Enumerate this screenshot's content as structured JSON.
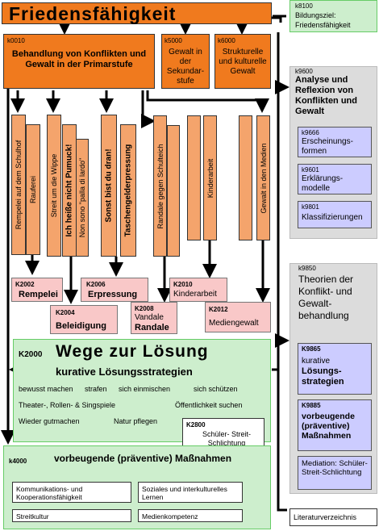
{
  "title": "Friedensfähigkeit",
  "bildungsziel": {
    "code": "k8100",
    "label": "Bildungsziel:",
    "text": "Friedensfähigkeit"
  },
  "top_boxes": [
    {
      "code": "k0010",
      "text": "Behandlung von Konflikten und Gewalt in der Primarstufe"
    },
    {
      "code": "k5000",
      "text": "Gewalt in der Sekundar-stufe"
    },
    {
      "code": "k6000",
      "text": "Strukturelle und kulturelle Gewalt"
    }
  ],
  "vertical_boxes": {
    "v1": "Rempelei auf dem Schulhof",
    "v2": "Rauferei",
    "v3": "Streit um die Wippe",
    "v4": "Ich heiße nicht Pumuck!",
    "v5": "Non sono \"palla di lardo\"",
    "v6": "Sonst bist du dran!",
    "v7": "Taschengelderpressung",
    "v8": "Randale gegen Schulteich",
    "v9": "",
    "v10": "Kinderarbeit",
    "v11": "Gewalt in den Medien"
  },
  "pink_boxes": [
    {
      "code": "K2002",
      "text": "Rempelei"
    },
    {
      "code": "K2004",
      "text": "Beleidigung"
    },
    {
      "code": "K2006",
      "text": "Erpressung"
    },
    {
      "code": "K2008",
      "text1": "Vandale",
      "text2": "Randale"
    },
    {
      "code": "K2010",
      "text": "Kinderarbeit"
    },
    {
      "code": "K2012",
      "text": "Mediengewalt"
    }
  ],
  "loesung": {
    "code": "K2000",
    "title": "Wege zur Lösung",
    "subtitle": "kurative  Lösungsstrategien",
    "row1": [
      "bewusst machen",
      "strafen",
      "sich einmischen",
      "sich schützen"
    ],
    "row2": [
      "Theater-,  Rollen- & Singspiele",
      "Öffentlichkeit suchen"
    ],
    "row3": [
      "Wieder gutmachen",
      "Natur pflegen"
    ],
    "k2800_code": "K2800",
    "k2800_text": "Schüler- Streit-Schlichtung"
  },
  "praevention": {
    "code": "k4000",
    "title": "vorbeugende (präventive) Maßnahmen",
    "items": [
      "Kommunikations- und Kooperationsfähigkeit",
      "Soziales und interkulturelles Lernen",
      "Streitkultur",
      "Medienkompetenz"
    ]
  },
  "analyse": {
    "code": "k9600",
    "title": "Analyse und Reflexion von Konflikten und Gewalt",
    "items": [
      {
        "code": "k9666",
        "text": "Erscheinungs-formen"
      },
      {
        "code": "k9601",
        "text": "Erklärungs-modelle"
      },
      {
        "code": "k9801",
        "text": "Klassifizierungen"
      }
    ]
  },
  "theorien": {
    "code": "k9850",
    "title": "Theorien der Konflikt- und Gewalt-behandlung",
    "items": [
      {
        "code": "K9865",
        "text1": "kurative",
        "text2": "Lösungs-strategien"
      },
      {
        "code": "K9885",
        "text": "vorbeugende (präventive) Maßnahmen"
      },
      {
        "code": "",
        "text": "Mediation: Schüler-Streit-Schlichtung"
      }
    ]
  },
  "literatur": "Literaturverzeichnis"
}
